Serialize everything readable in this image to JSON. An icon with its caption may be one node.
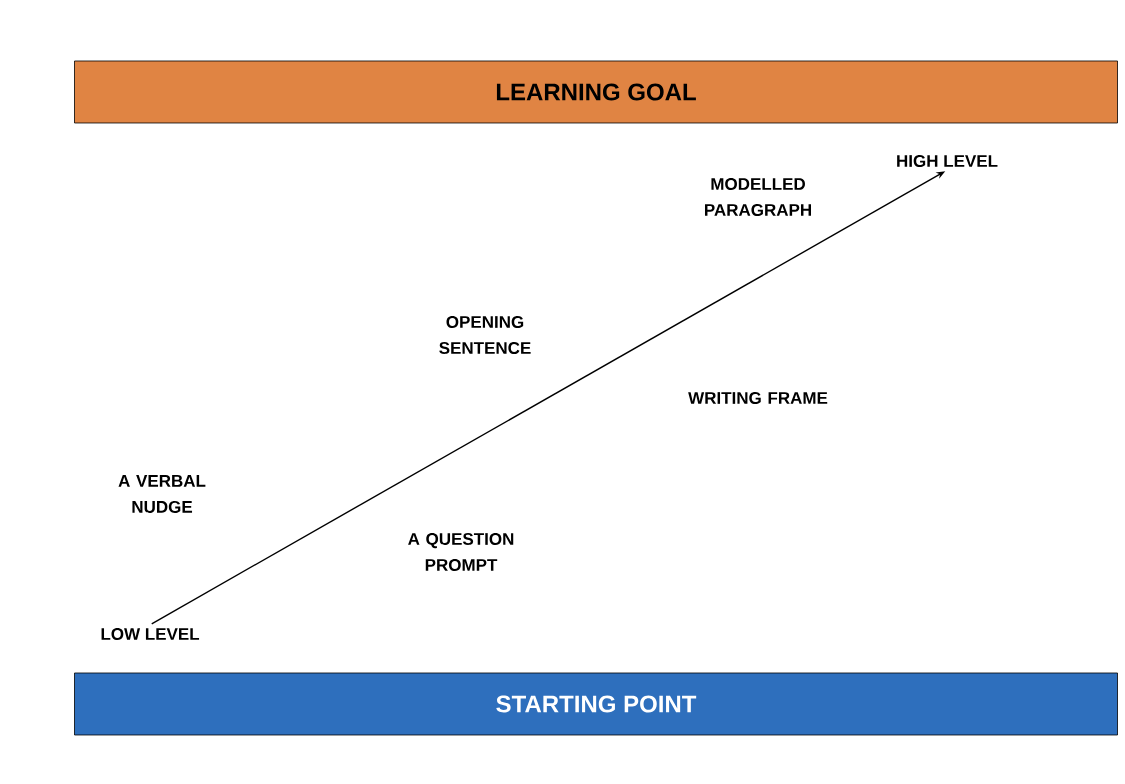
{
  "diagram": {
    "nodes": [
      {
        "text": [
          "LEARNING GOAL"
        ]
      },
      {
        "text": [
          "HIGH LEVEL"
        ]
      },
      {
        "text": [
          "LOW LEVEL"
        ]
      },
      {
        "text": [
          "STARTING POINT"
        ]
      }
    ],
    "edges": [
      {
        "from": 2,
        "to": 1,
        "arrow": "to"
      }
    ],
    "labels": [
      "MODELLED PARAGRAPH",
      "OPENING SENTENCE",
      "WRITING FRAME",
      "A VERBAL NUDGE",
      "A QUESTION PROMPT"
    ]
  }
}
